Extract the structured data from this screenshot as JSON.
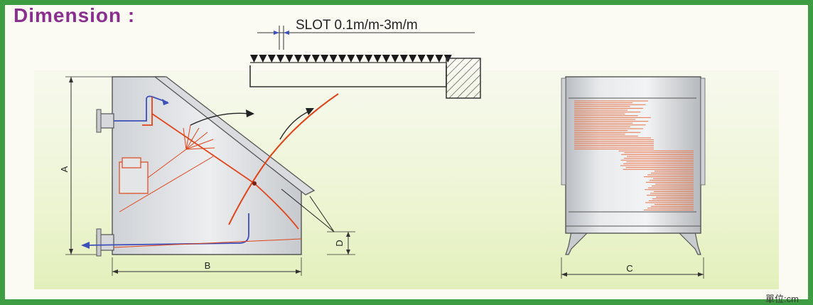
{
  "heading": {
    "title": "Dimension :"
  },
  "slot": {
    "label": "SLOT  0.1m/m-3m/m"
  },
  "dimension_labels": {
    "a": "A",
    "b": "B",
    "c": "C",
    "d": "D"
  },
  "footer": {
    "unit": "單位:cm"
  },
  "colors": {
    "title": "#8b2f8e",
    "frame_border": "#3e9c42",
    "screen_line": "#e0441a",
    "outlet_line": "#3d4fb8",
    "body_outline": "#555555"
  }
}
